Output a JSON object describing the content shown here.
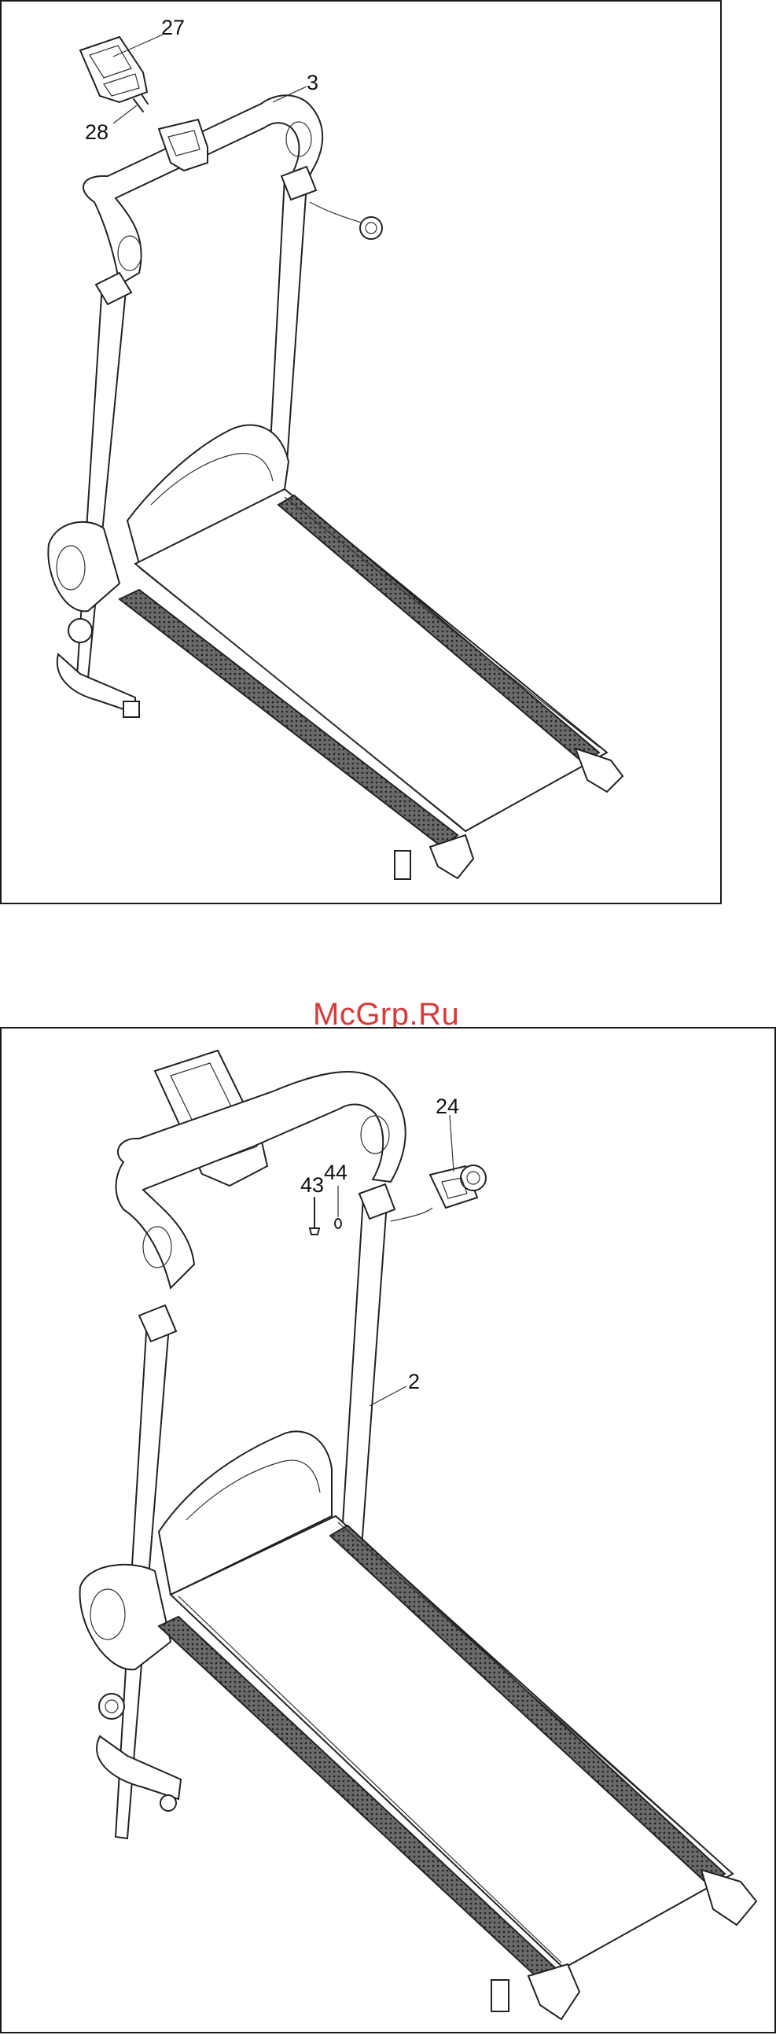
{
  "watermark": "McGrp.Ru",
  "diagrams": [
    {
      "id": "top",
      "callouts": [
        {
          "label": "27"
        },
        {
          "label": "3"
        },
        {
          "label": "28"
        }
      ]
    },
    {
      "id": "bottom",
      "callouts": [
        {
          "label": "24"
        },
        {
          "label": "43"
        },
        {
          "label": "44"
        },
        {
          "label": "2"
        }
      ]
    }
  ]
}
